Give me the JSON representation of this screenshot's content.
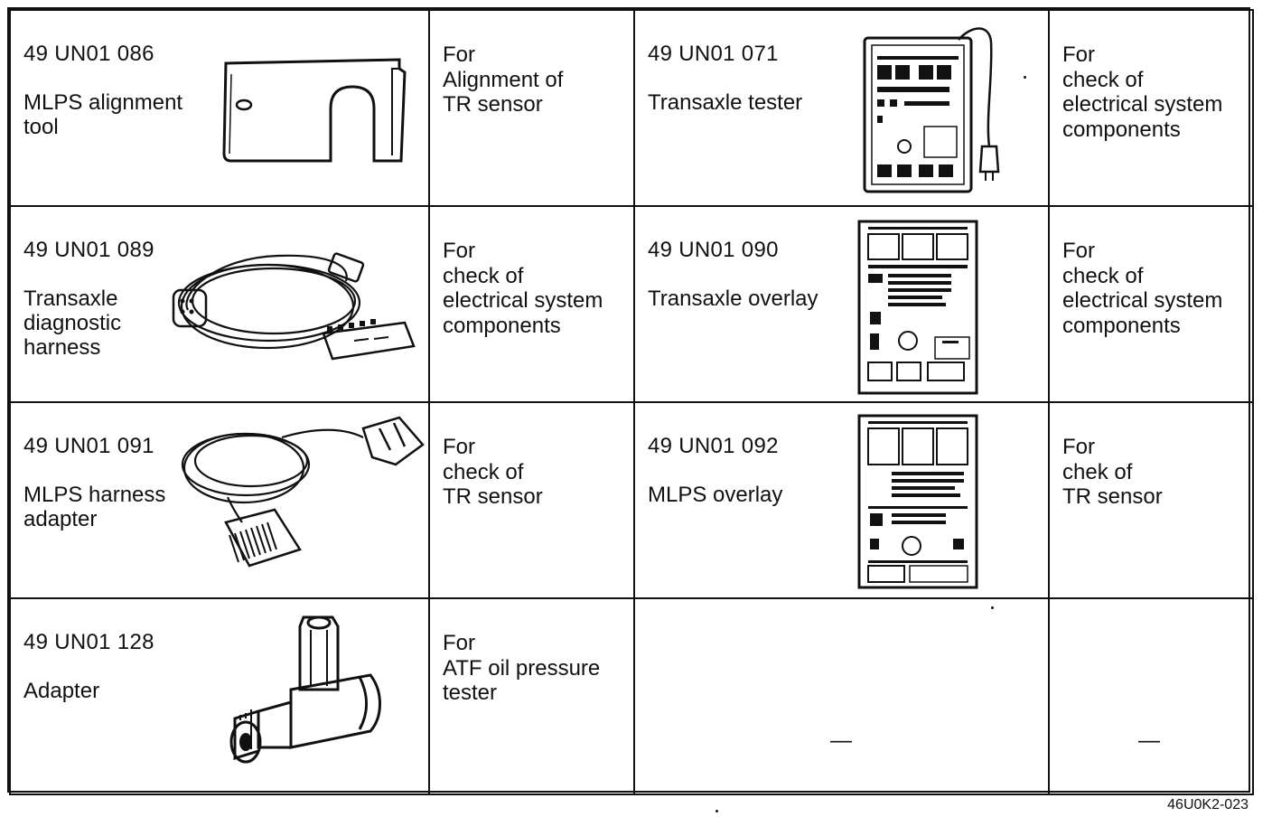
{
  "rows": [
    {
      "left": {
        "code": "49 UN01 086",
        "name": "MLPS alignment\ntool",
        "use": "For\nAlignment of\nTR sensor",
        "icon": "mlps-alignment-tool-drawing"
      },
      "right": {
        "code": "49 UN01 071",
        "name": "Transaxle tester",
        "use": "For\ncheck of\nelectrical system\ncomponents",
        "icon": "transaxle-tester-drawing"
      }
    },
    {
      "left": {
        "code": "49 UN01 089",
        "name": "Transaxle\ndiagnostic\nharness",
        "use": "For\ncheck of\nelectrical system\ncomponents",
        "icon": "diagnostic-harness-drawing"
      },
      "right": {
        "code": "49 UN01 090",
        "name": "Transaxle overlay",
        "use": "For\ncheck of\nelectrical system\ncomponents",
        "icon": "transaxle-overlay-drawing"
      }
    },
    {
      "left": {
        "code": "49 UN01 091",
        "name": "MLPS harness\nadapter",
        "use": "For\ncheck of\nTR sensor",
        "icon": "mlps-harness-adapter-drawing"
      },
      "right": {
        "code": "49 UN01 092",
        "name": "MLPS overlay",
        "use": "For\nchek of\nTR sensor",
        "icon": "mlps-overlay-drawing"
      }
    },
    {
      "left": {
        "code": "49 UN01 128",
        "name": "Adapter",
        "use": "For\nATF oil pressure\ntester",
        "icon": "adapter-fitting-drawing"
      },
      "right": {
        "code": "",
        "name": "—",
        "use": "—",
        "icon": ""
      }
    }
  ],
  "figure_ref": "46U0K2-023"
}
